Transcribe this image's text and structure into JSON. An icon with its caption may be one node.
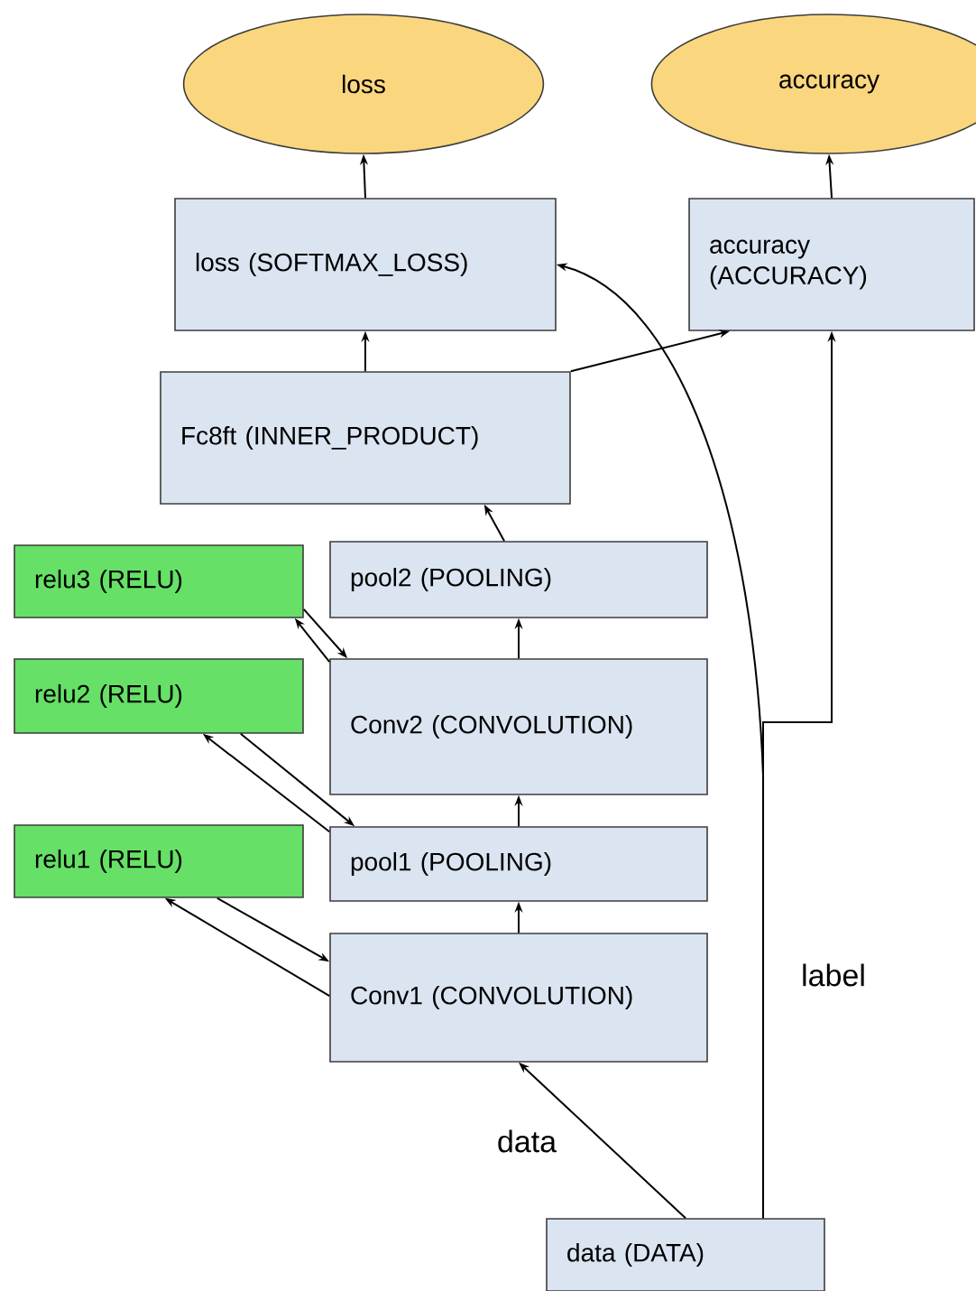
{
  "diagram": {
    "nodes": [
      {
        "text": [
          "loss"
        ]
      },
      {
        "text": [
          "accuracy"
        ]
      },
      {
        "text": [
          "loss (SOFTMAX_LOSS)"
        ]
      },
      {
        "text": [
          "accuracy (ACCURACY)"
        ]
      },
      {
        "text": [
          "Fc8ft (INNER_PRODUCT)"
        ]
      },
      {
        "text": [
          "pool2 (POOLING)"
        ]
      },
      {
        "text": [
          "relu3 (RELU)"
        ]
      },
      {
        "text": [
          "Conv2 (CONVOLUTION)"
        ]
      },
      {
        "text": [
          "relu2 (RELU)"
        ]
      },
      {
        "text": [
          "pool1 (POOLING)"
        ]
      },
      {
        "text": [
          "relu1 (RELU)"
        ]
      },
      {
        "text": [
          "Conv1 (CONVOLUTION)"
        ]
      },
      {
        "text": [
          "data (DATA)"
        ]
      }
    ],
    "edges": [
      {
        "from": 2,
        "to": 0,
        "arrow": "to"
      },
      {
        "from": 3,
        "to": 1,
        "arrow": "to"
      },
      {
        "from": 4,
        "to": 2,
        "arrow": "to"
      },
      {
        "from": 4,
        "to": 3,
        "arrow": "to"
      },
      {
        "from": 5,
        "to": 4,
        "arrow": "to"
      },
      {
        "from": 7,
        "to": 5,
        "arrow": "to"
      },
      {
        "from": 6,
        "to": 7,
        "arrow": "to"
      },
      {
        "from": 7,
        "to": 6,
        "arrow": "to"
      },
      {
        "from": 9,
        "to": 7,
        "arrow": "to"
      },
      {
        "from": 8,
        "to": 9,
        "arrow": "to"
      },
      {
        "from": 9,
        "to": 8,
        "arrow": "to"
      },
      {
        "from": 11,
        "to": 9,
        "arrow": "to"
      },
      {
        "from": 10,
        "to": 11,
        "arrow": "to"
      },
      {
        "from": 11,
        "to": 10,
        "arrow": "to"
      },
      {
        "from": 12,
        "to": 11,
        "arrow": "to",
        "label": "data"
      },
      {
        "from": 12,
        "to": 2,
        "arrow": "to"
      },
      {
        "from": 12,
        "to": 3,
        "arrow": "to",
        "label": "label"
      }
    ]
  }
}
